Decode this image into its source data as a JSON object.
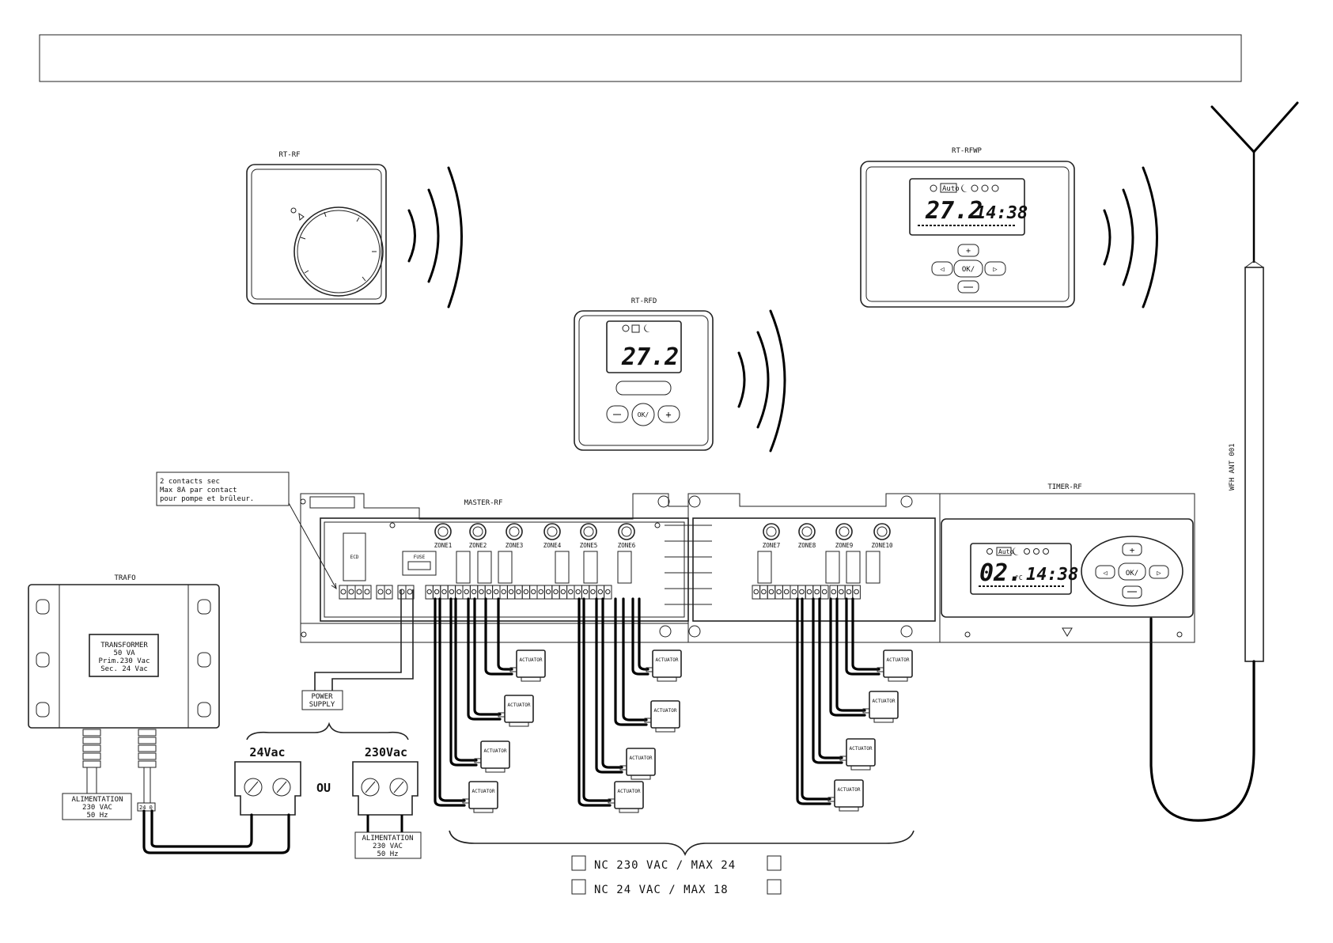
{
  "devices": {
    "rt_rf": {
      "label": "RT-RF"
    },
    "rt_rfwp": {
      "label": "RT-RFWP",
      "mode": "Auto",
      "temp": "27.2",
      "time": "14:38"
    },
    "rt_rfd": {
      "label": "RT-RFD",
      "temp": "27.2",
      "ok": "OK/"
    },
    "master_rf": {
      "label": "MASTER-RF",
      "fuse": "FUSE",
      "ecd": "ECD"
    },
    "timer_rf": {
      "label": "TIMER-RF",
      "mode": "Auto",
      "value": "02.",
      "unit": "°C",
      "time": "14:38",
      "ok": "OK/"
    },
    "trafo": {
      "label": "TRAFO",
      "plate": [
        "TRANSFORMER",
        "50 VA",
        "Prim.230  Vac",
        "Sec. 24   Vac"
      ],
      "terminals": "24 0"
    },
    "antenna": {
      "label": "WFH ANT 001"
    }
  },
  "zones_left": [
    "ZONE1",
    "ZONE2",
    "ZONE3",
    "ZONE4",
    "ZONE5",
    "ZONE6"
  ],
  "zones_right": [
    "ZONE7",
    "ZONE8",
    "ZONE9",
    "ZONE10"
  ],
  "actuator_label": "ACTUATOR",
  "notes": {
    "contacts": [
      "2 contacts sec",
      "Max 8A par contact",
      "pour pompe et brûleur."
    ],
    "power_supply": [
      "POWER",
      "SUPPLY"
    ],
    "v24": "24Vac",
    "v230": "230Vac",
    "ou": "OU",
    "alimentation_left": [
      "ALIMENTATION",
      "230  VAC",
      "50  Hz"
    ],
    "alimentation_right": [
      "ALIMENTATION",
      "230  VAC",
      "50  Hz"
    ]
  },
  "footer": {
    "line1": "NC 230 VAC / MAX 24",
    "line2": "NC 24 VAC / MAX 18"
  }
}
